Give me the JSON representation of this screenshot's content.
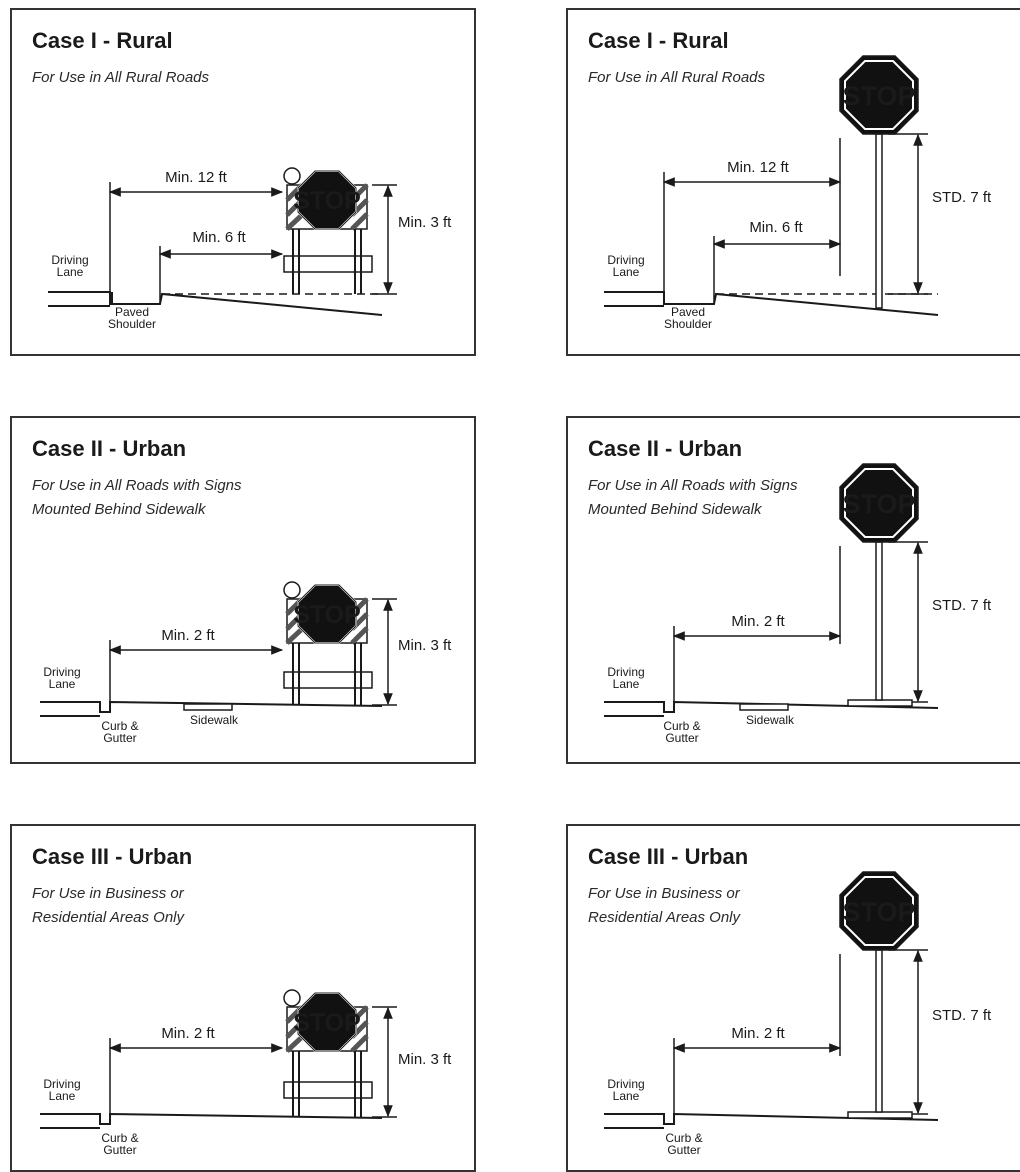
{
  "labels": {
    "stop": "STOP",
    "driving_lane": [
      "Driving",
      "Lane"
    ],
    "paved_shoulder": [
      "Paved",
      "Shoulder"
    ],
    "curb_gutter": [
      "Curb &",
      "Gutter"
    ],
    "sidewalk": "Sidewalk"
  },
  "panels": [
    {
      "title": "Case I  -  Rural",
      "subtitle": [
        "For Use in All Rural Roads"
      ],
      "dim_long": "Min. 12 ft",
      "dim_short": "Min. 6 ft",
      "dim_height": "Min. 3 ft"
    },
    {
      "title": "Case I  -  Rural",
      "subtitle": [
        "For Use in All Rural Roads"
      ],
      "dim_long": "Min. 12 ft",
      "dim_short": "Min. 6 ft",
      "dim_height": "STD. 7 ft"
    },
    {
      "title": "Case II  -  Urban",
      "subtitle": [
        "For Use in All Roads with Signs",
        "Mounted Behind Sidewalk"
      ],
      "dim_long": "Min. 2 ft",
      "dim_height": "Min. 3 ft"
    },
    {
      "title": "Case II  -  Urban",
      "subtitle": [
        "For Use in All Roads with Signs",
        "Mounted Behind Sidewalk"
      ],
      "dim_long": "Min. 2 ft",
      "dim_height": "STD. 7 ft"
    },
    {
      "title": "Case III  -  Urban",
      "subtitle": [
        "For Use in Business or",
        "Residential Areas Only"
      ],
      "dim_long": "Min. 2 ft",
      "dim_height": "Min. 3 ft"
    },
    {
      "title": "Case III  -  Urban",
      "subtitle": [
        "For Use in Business or",
        "Residential Areas Only"
      ],
      "dim_long": "Min. 2 ft",
      "dim_height": "STD. 7 ft"
    }
  ]
}
